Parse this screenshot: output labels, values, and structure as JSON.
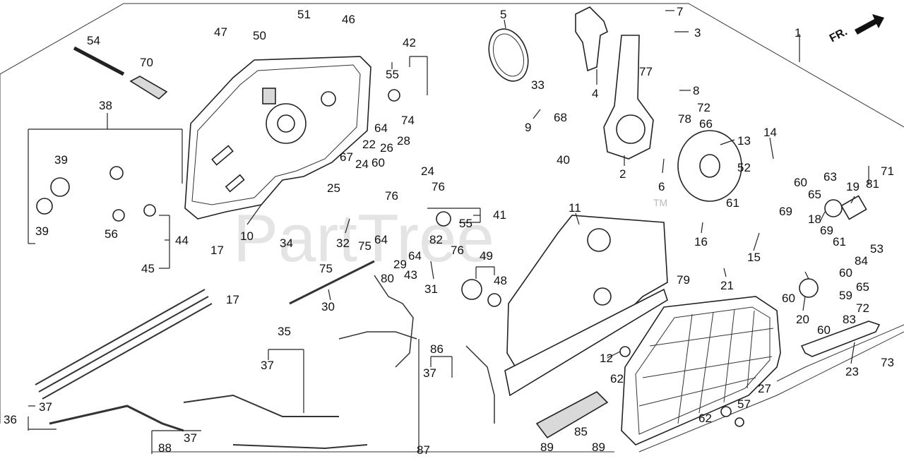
{
  "watermark": {
    "text": "PartTree",
    "tm": "TM"
  },
  "direction_label": "FR.",
  "callouts": [
    {
      "id": "c1",
      "text": "1"
    },
    {
      "id": "c2",
      "text": "2"
    },
    {
      "id": "c3",
      "text": "3"
    },
    {
      "id": "c4",
      "text": "4"
    },
    {
      "id": "c5",
      "text": "5"
    },
    {
      "id": "c6",
      "text": "6"
    },
    {
      "id": "c7",
      "text": "7"
    },
    {
      "id": "c8",
      "text": "8"
    },
    {
      "id": "c9",
      "text": "9"
    },
    {
      "id": "c10",
      "text": "10"
    },
    {
      "id": "c11",
      "text": "11"
    },
    {
      "id": "c12",
      "text": "12"
    },
    {
      "id": "c13",
      "text": "13"
    },
    {
      "id": "c14",
      "text": "14"
    },
    {
      "id": "c15",
      "text": "15"
    },
    {
      "id": "c16",
      "text": "16"
    },
    {
      "id": "c17a",
      "text": "17"
    },
    {
      "id": "c17b",
      "text": "17"
    },
    {
      "id": "c18",
      "text": "18"
    },
    {
      "id": "c19",
      "text": "19"
    },
    {
      "id": "c20",
      "text": "20"
    },
    {
      "id": "c21",
      "text": "21"
    },
    {
      "id": "c22",
      "text": "22"
    },
    {
      "id": "c23",
      "text": "23"
    },
    {
      "id": "c24a",
      "text": "24"
    },
    {
      "id": "c24b",
      "text": "24"
    },
    {
      "id": "c25",
      "text": "25"
    },
    {
      "id": "c26",
      "text": "26"
    },
    {
      "id": "c27",
      "text": "27"
    },
    {
      "id": "c28",
      "text": "28"
    },
    {
      "id": "c29",
      "text": "29"
    },
    {
      "id": "c30",
      "text": "30"
    },
    {
      "id": "c31",
      "text": "31"
    },
    {
      "id": "c32",
      "text": "32"
    },
    {
      "id": "c33",
      "text": "33"
    },
    {
      "id": "c34",
      "text": "34"
    },
    {
      "id": "c35",
      "text": "35"
    },
    {
      "id": "c36",
      "text": "36"
    },
    {
      "id": "c37a",
      "text": "37"
    },
    {
      "id": "c37b",
      "text": "37"
    },
    {
      "id": "c37c",
      "text": "37"
    },
    {
      "id": "c37d",
      "text": "37"
    },
    {
      "id": "c38",
      "text": "38"
    },
    {
      "id": "c39a",
      "text": "39"
    },
    {
      "id": "c39b",
      "text": "39"
    },
    {
      "id": "c40",
      "text": "40"
    },
    {
      "id": "c41",
      "text": "41"
    },
    {
      "id": "c42",
      "text": "42"
    },
    {
      "id": "c43",
      "text": "43"
    },
    {
      "id": "c44",
      "text": "44"
    },
    {
      "id": "c45",
      "text": "45"
    },
    {
      "id": "c46",
      "text": "46"
    },
    {
      "id": "c47",
      "text": "47"
    },
    {
      "id": "c48",
      "text": "48"
    },
    {
      "id": "c49",
      "text": "49"
    },
    {
      "id": "c50",
      "text": "50"
    },
    {
      "id": "c51",
      "text": "51"
    },
    {
      "id": "c52",
      "text": "52"
    },
    {
      "id": "c53",
      "text": "53"
    },
    {
      "id": "c54",
      "text": "54"
    },
    {
      "id": "c55a",
      "text": "55"
    },
    {
      "id": "c55b",
      "text": "55"
    },
    {
      "id": "c56",
      "text": "56"
    },
    {
      "id": "c57",
      "text": "57"
    },
    {
      "id": "c59",
      "text": "59"
    },
    {
      "id": "c60a",
      "text": "60"
    },
    {
      "id": "c60b",
      "text": "60"
    },
    {
      "id": "c60c",
      "text": "60"
    },
    {
      "id": "c60d",
      "text": "60"
    },
    {
      "id": "c60e",
      "text": "60"
    },
    {
      "id": "c61a",
      "text": "61"
    },
    {
      "id": "c61b",
      "text": "61"
    },
    {
      "id": "c62a",
      "text": "62"
    },
    {
      "id": "c62b",
      "text": "62"
    },
    {
      "id": "c63",
      "text": "63"
    },
    {
      "id": "c64a",
      "text": "64"
    },
    {
      "id": "c64b",
      "text": "64"
    },
    {
      "id": "c64c",
      "text": "64"
    },
    {
      "id": "c65a",
      "text": "65"
    },
    {
      "id": "c65b",
      "text": "65"
    },
    {
      "id": "c66",
      "text": "66"
    },
    {
      "id": "c67",
      "text": "67"
    },
    {
      "id": "c68",
      "text": "68"
    },
    {
      "id": "c69a",
      "text": "69"
    },
    {
      "id": "c69b",
      "text": "69"
    },
    {
      "id": "c70",
      "text": "70"
    },
    {
      "id": "c71",
      "text": "71"
    },
    {
      "id": "c72a",
      "text": "72"
    },
    {
      "id": "c72b",
      "text": "72"
    },
    {
      "id": "c73",
      "text": "73"
    },
    {
      "id": "c74",
      "text": "74"
    },
    {
      "id": "c75a",
      "text": "75"
    },
    {
      "id": "c75b",
      "text": "75"
    },
    {
      "id": "c76a",
      "text": "76"
    },
    {
      "id": "c76b",
      "text": "76"
    },
    {
      "id": "c76c",
      "text": "76"
    },
    {
      "id": "c77",
      "text": "77"
    },
    {
      "id": "c78",
      "text": "78"
    },
    {
      "id": "c79",
      "text": "79"
    },
    {
      "id": "c80",
      "text": "80"
    },
    {
      "id": "c81",
      "text": "81"
    },
    {
      "id": "c82",
      "text": "82"
    },
    {
      "id": "c83",
      "text": "83"
    },
    {
      "id": "c84",
      "text": "84"
    },
    {
      "id": "c85",
      "text": "85"
    },
    {
      "id": "c86",
      "text": "86"
    },
    {
      "id": "c87",
      "text": "87"
    },
    {
      "id": "c88",
      "text": "88"
    },
    {
      "id": "c89a",
      "text": "89"
    },
    {
      "id": "c89b",
      "text": "89"
    }
  ]
}
